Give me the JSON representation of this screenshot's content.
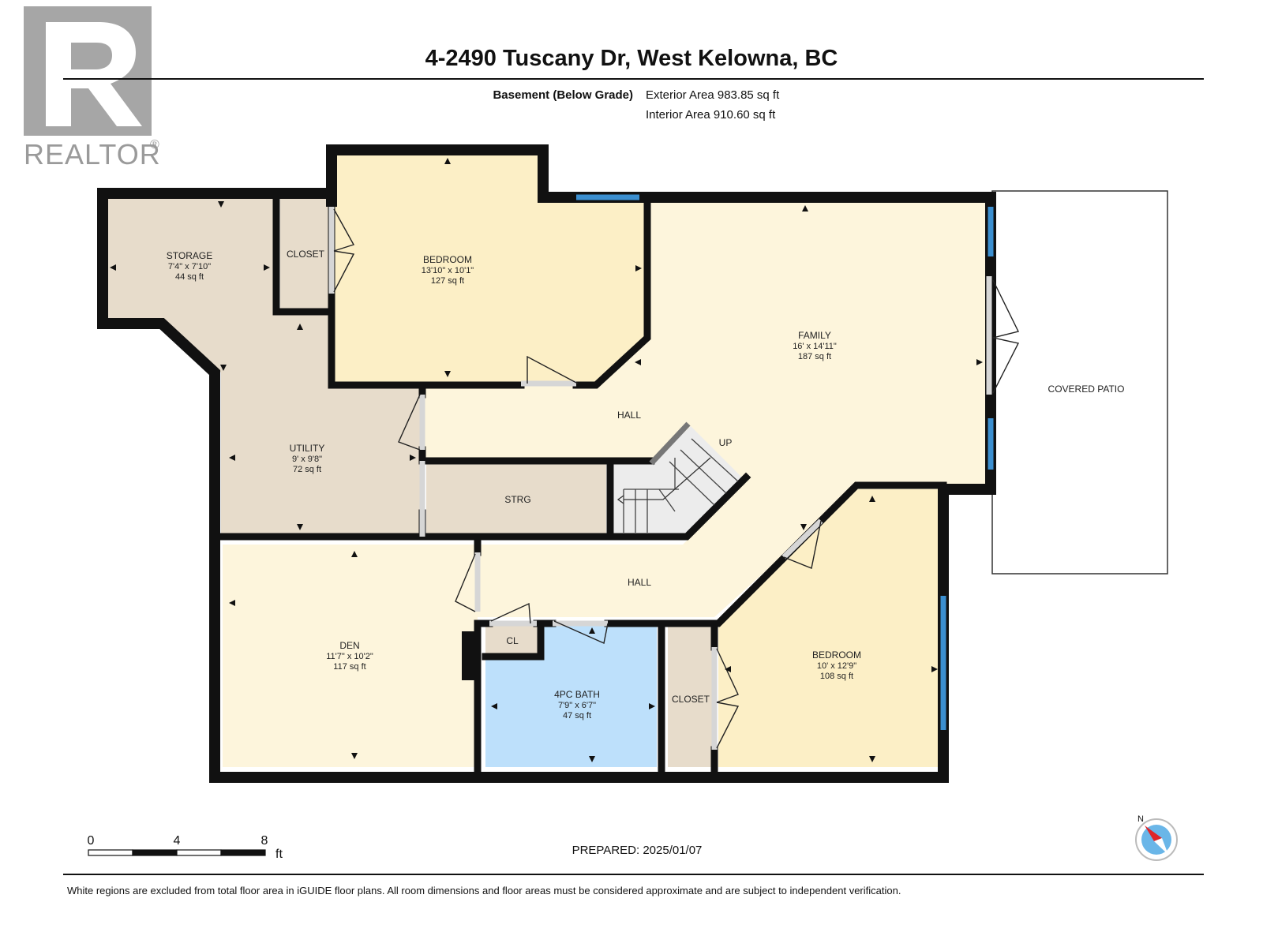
{
  "title": "4-2490 Tuscany Dr, West Kelowna, BC",
  "logo": {
    "text": "REALTOR",
    "mark": "®",
    "icon": "realtor-r-logo"
  },
  "level": {
    "name": "Basement (Below Grade)",
    "exterior_area": "Exterior Area 983.85 sq ft",
    "interior_area": "Interior Area 910.60 sq ft"
  },
  "rooms": {
    "storage": {
      "name": "STORAGE",
      "dims": "7'4\" x 7'10\"",
      "area": "44 sq ft"
    },
    "closet_top": {
      "name": "CLOSET"
    },
    "bedroom_top": {
      "name": "BEDROOM",
      "dims": "13'10\" x 10'1\"",
      "area": "127 sq ft"
    },
    "family": {
      "name": "FAMILY",
      "dims": "16' x 14'11\"",
      "area": "187 sq ft"
    },
    "covered_patio": {
      "name": "COVERED PATIO"
    },
    "hall_upper": {
      "name": "HALL"
    },
    "stairs": {
      "name": "UP"
    },
    "utility": {
      "name": "UTILITY",
      "dims": "9' x 9'8\"",
      "area": "72 sq ft"
    },
    "strg": {
      "name": "STRG"
    },
    "hall_lower": {
      "name": "HALL"
    },
    "den": {
      "name": "DEN",
      "dims": "11'7\" x 10'2\"",
      "area": "117 sq ft"
    },
    "cl": {
      "name": "CL"
    },
    "bath": {
      "name": "4PC BATH",
      "dims": "7'9\" x 6'7\"",
      "area": "47 sq ft"
    },
    "closet_bottom": {
      "name": "CLOSET"
    },
    "bedroom_bottom": {
      "name": "BEDROOM",
      "dims": "10' x 12'9\"",
      "area": "108 sq ft"
    }
  },
  "colors": {
    "bedroom": "#fcefc6",
    "family": "#fdf5dc",
    "hall": "#fdf5dc",
    "storage": "#e7dccb",
    "utility": "#e7dccb",
    "closet": "#e7dccb",
    "bath": "#bde0fb",
    "window": "#3b8fd0",
    "wall": "#111111"
  },
  "scale": {
    "ticks": [
      "0",
      "4",
      "8"
    ],
    "unit": "ft"
  },
  "prepared": "PREPARED: 2025/01/07",
  "compass": {
    "label": "N",
    "icon": "north-compass-icon"
  },
  "footer": "White regions are excluded from total floor area in iGUIDE floor plans. All room dimensions and floor areas must be considered approximate and are subject to independent verification."
}
